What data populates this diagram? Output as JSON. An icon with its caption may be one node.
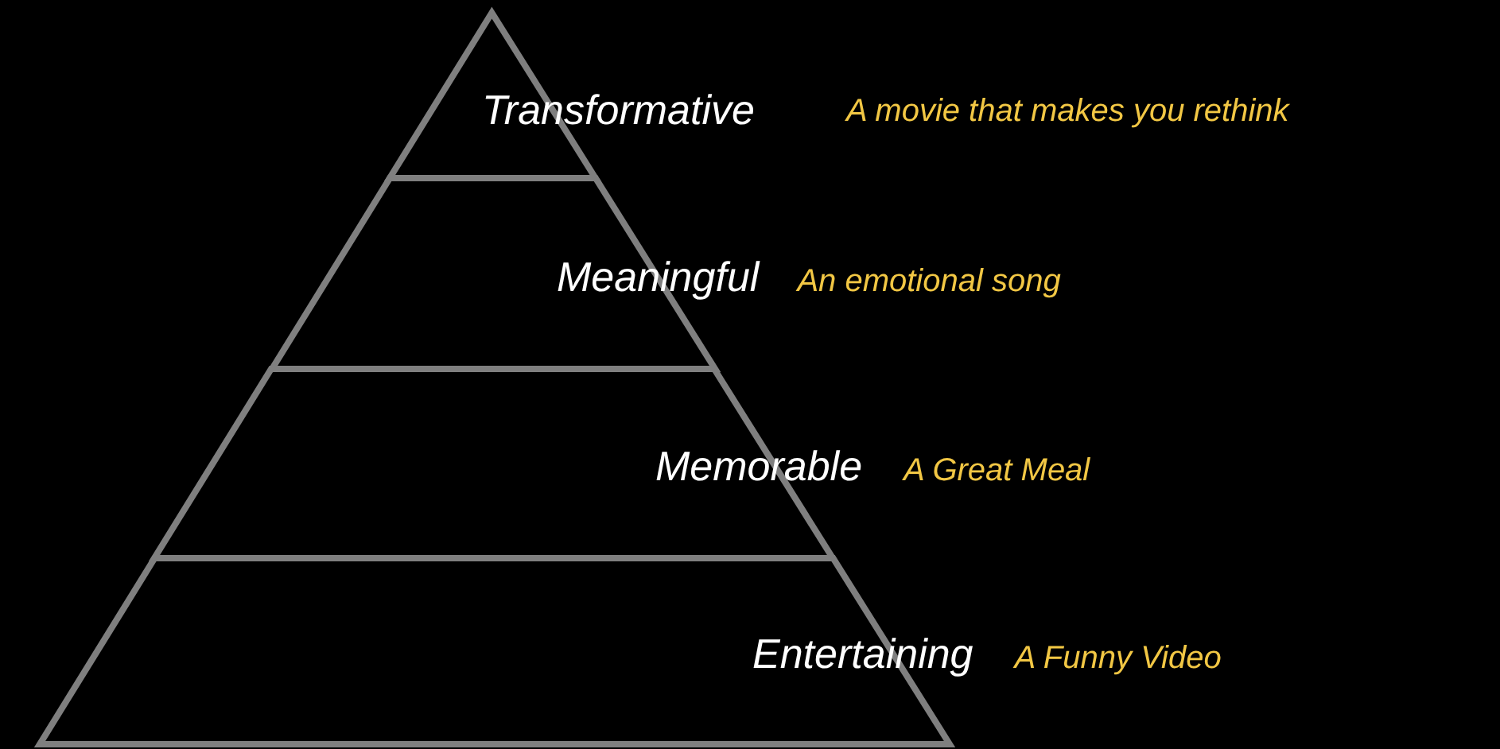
{
  "diagram": {
    "nodes": [
      {
        "text": [
          "Transformative"
        ]
      },
      {
        "text": [
          "Meaningful"
        ],
        "beside": [
          "An emotional song"
        ]
      },
      {
        "text": [
          "Memorable"
        ],
        "beside": [
          "A Great Meal"
        ]
      },
      {
        "text": [
          "Entertaining"
        ],
        "beside": [
          "A Funny Video"
        ]
      }
    ],
    "labels": [
      "A movie that makes you rethink"
    ]
  }
}
